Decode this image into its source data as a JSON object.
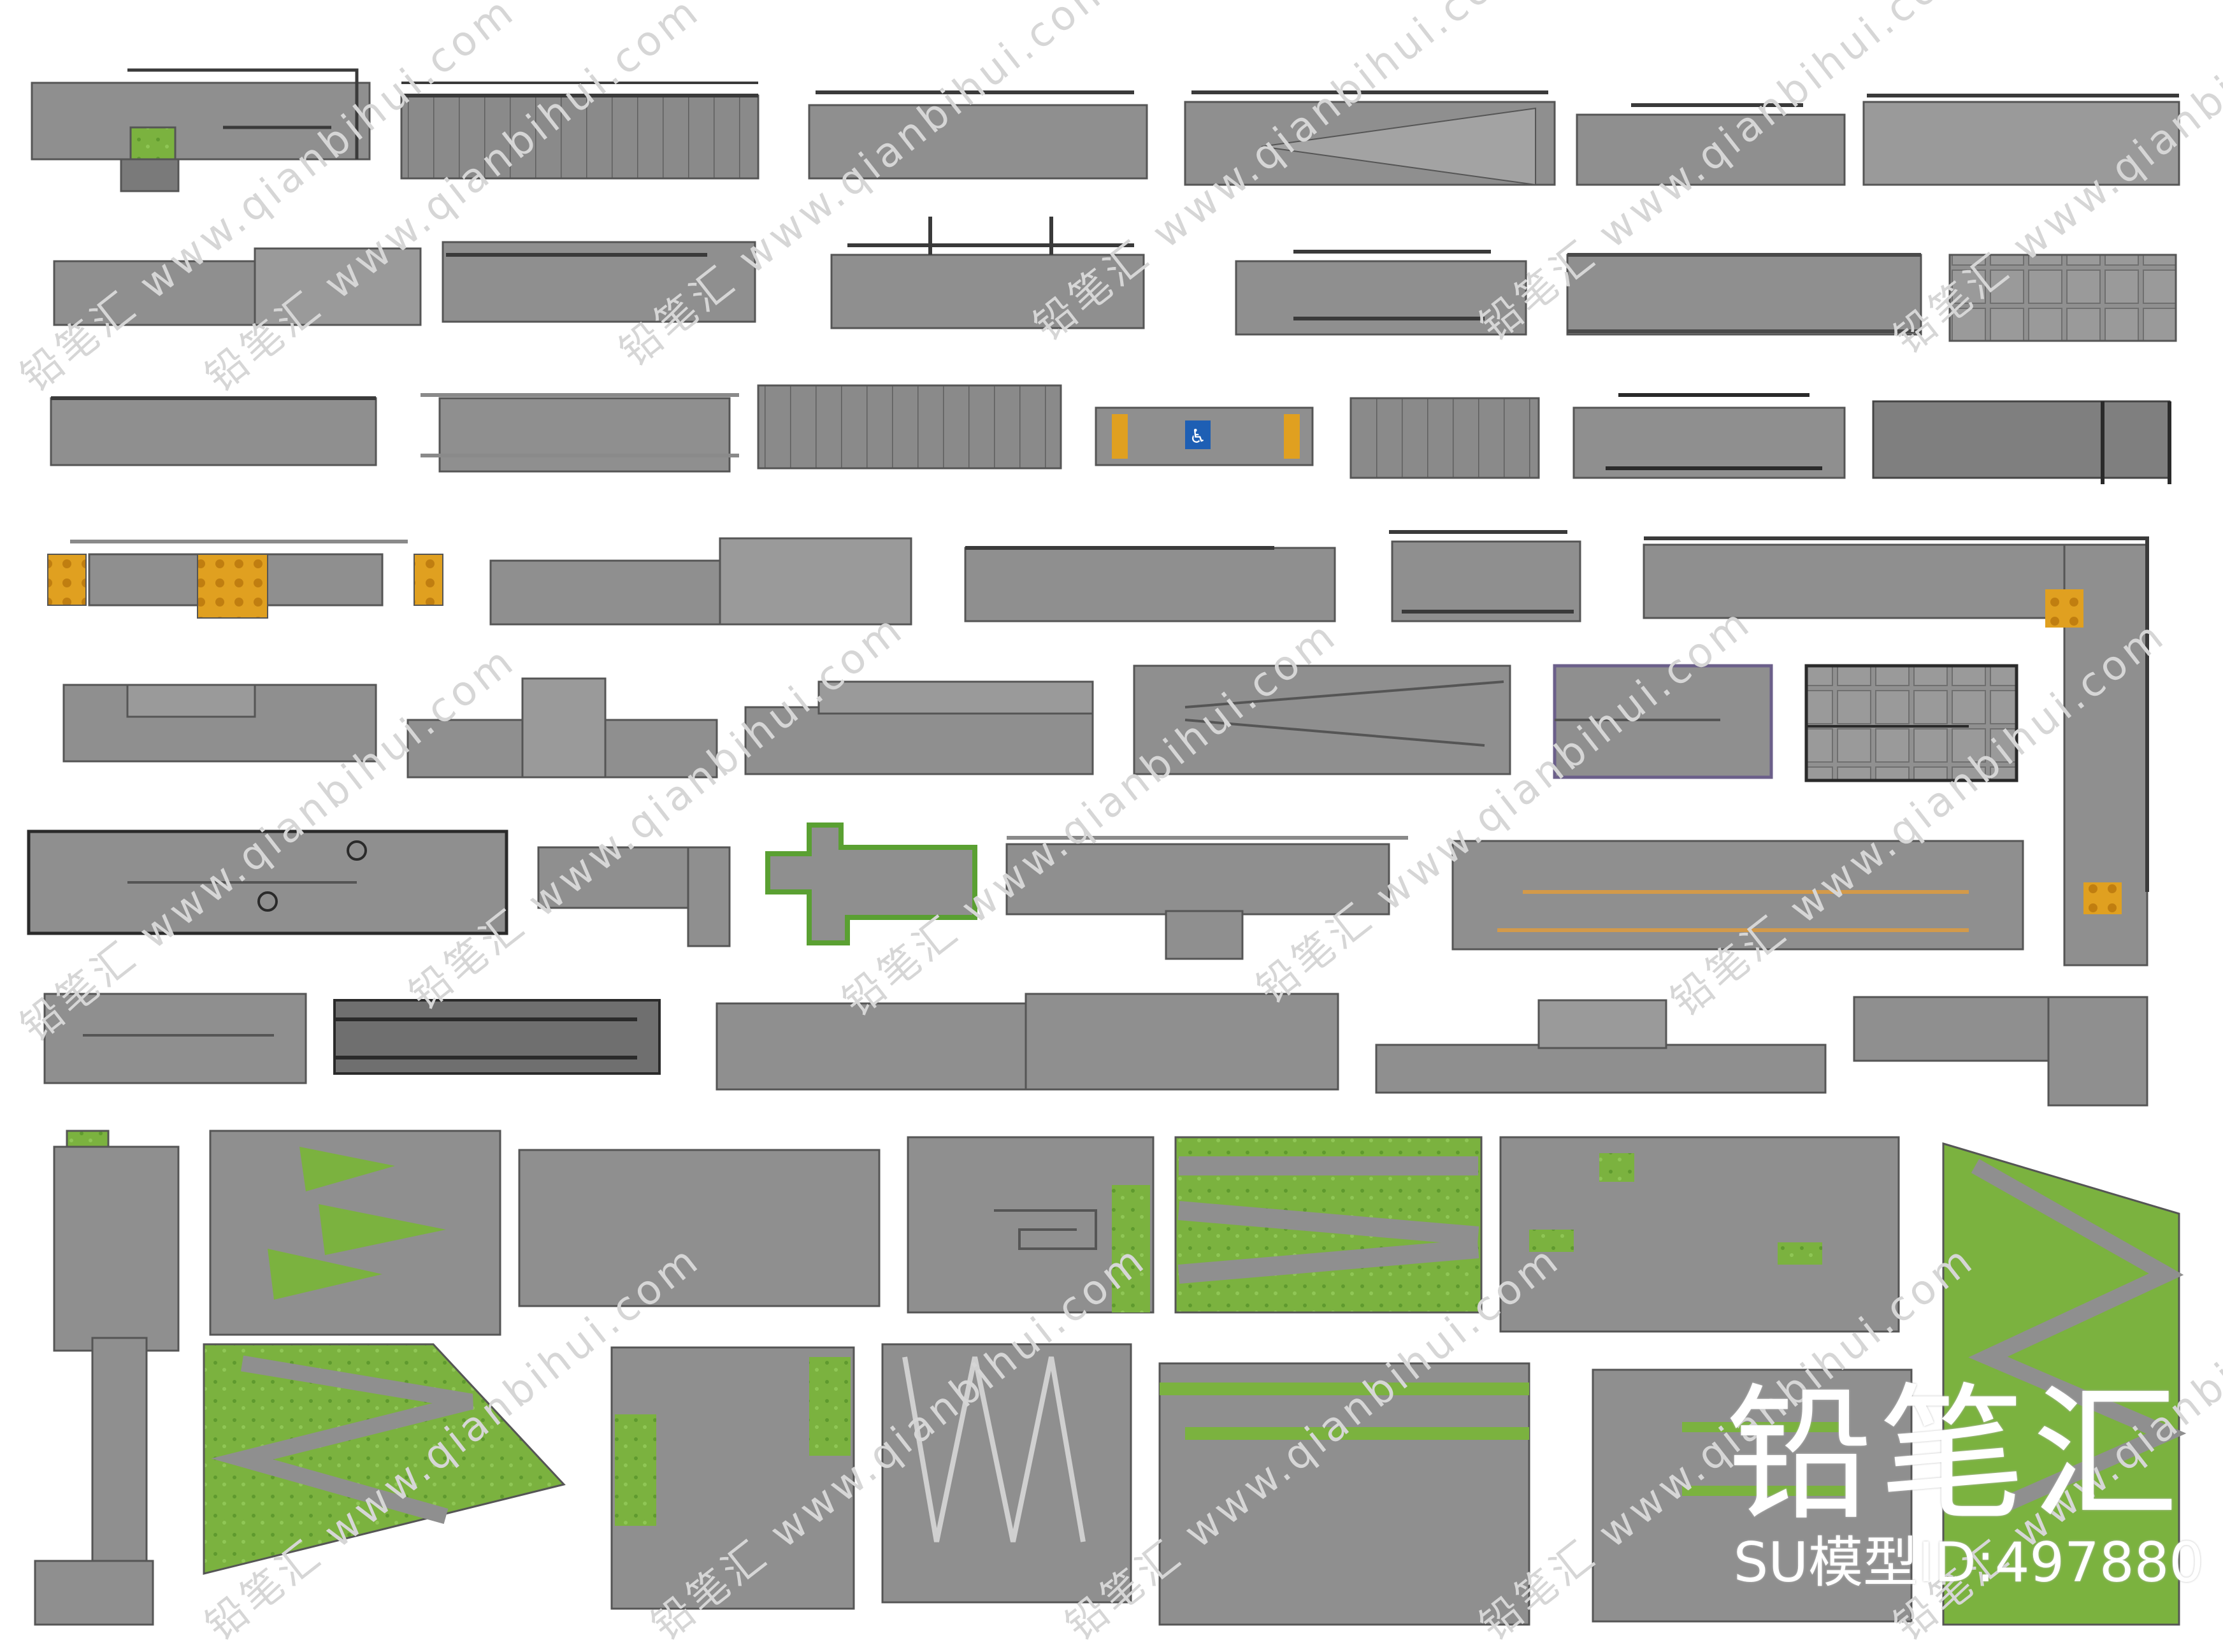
{
  "brand": {
    "title": "铅笔汇",
    "model_id": "SU模型ID:497880"
  },
  "watermarks": {
    "text": "铅笔汇 www.qianbihui.com"
  },
  "sheet": {
    "background": "#ffffff",
    "concrete": "#8f8f8f",
    "concrete_dark": "#6d6d6d",
    "grass": "#7bb23f",
    "grass_dark": "#4f8a2a",
    "tactile_yellow": "#e0a020",
    "rail": "#3a3a3a",
    "accessibility_blue": "#1e5fb4"
  },
  "icons": {
    "accessibility": "wheelchair-icon"
  }
}
